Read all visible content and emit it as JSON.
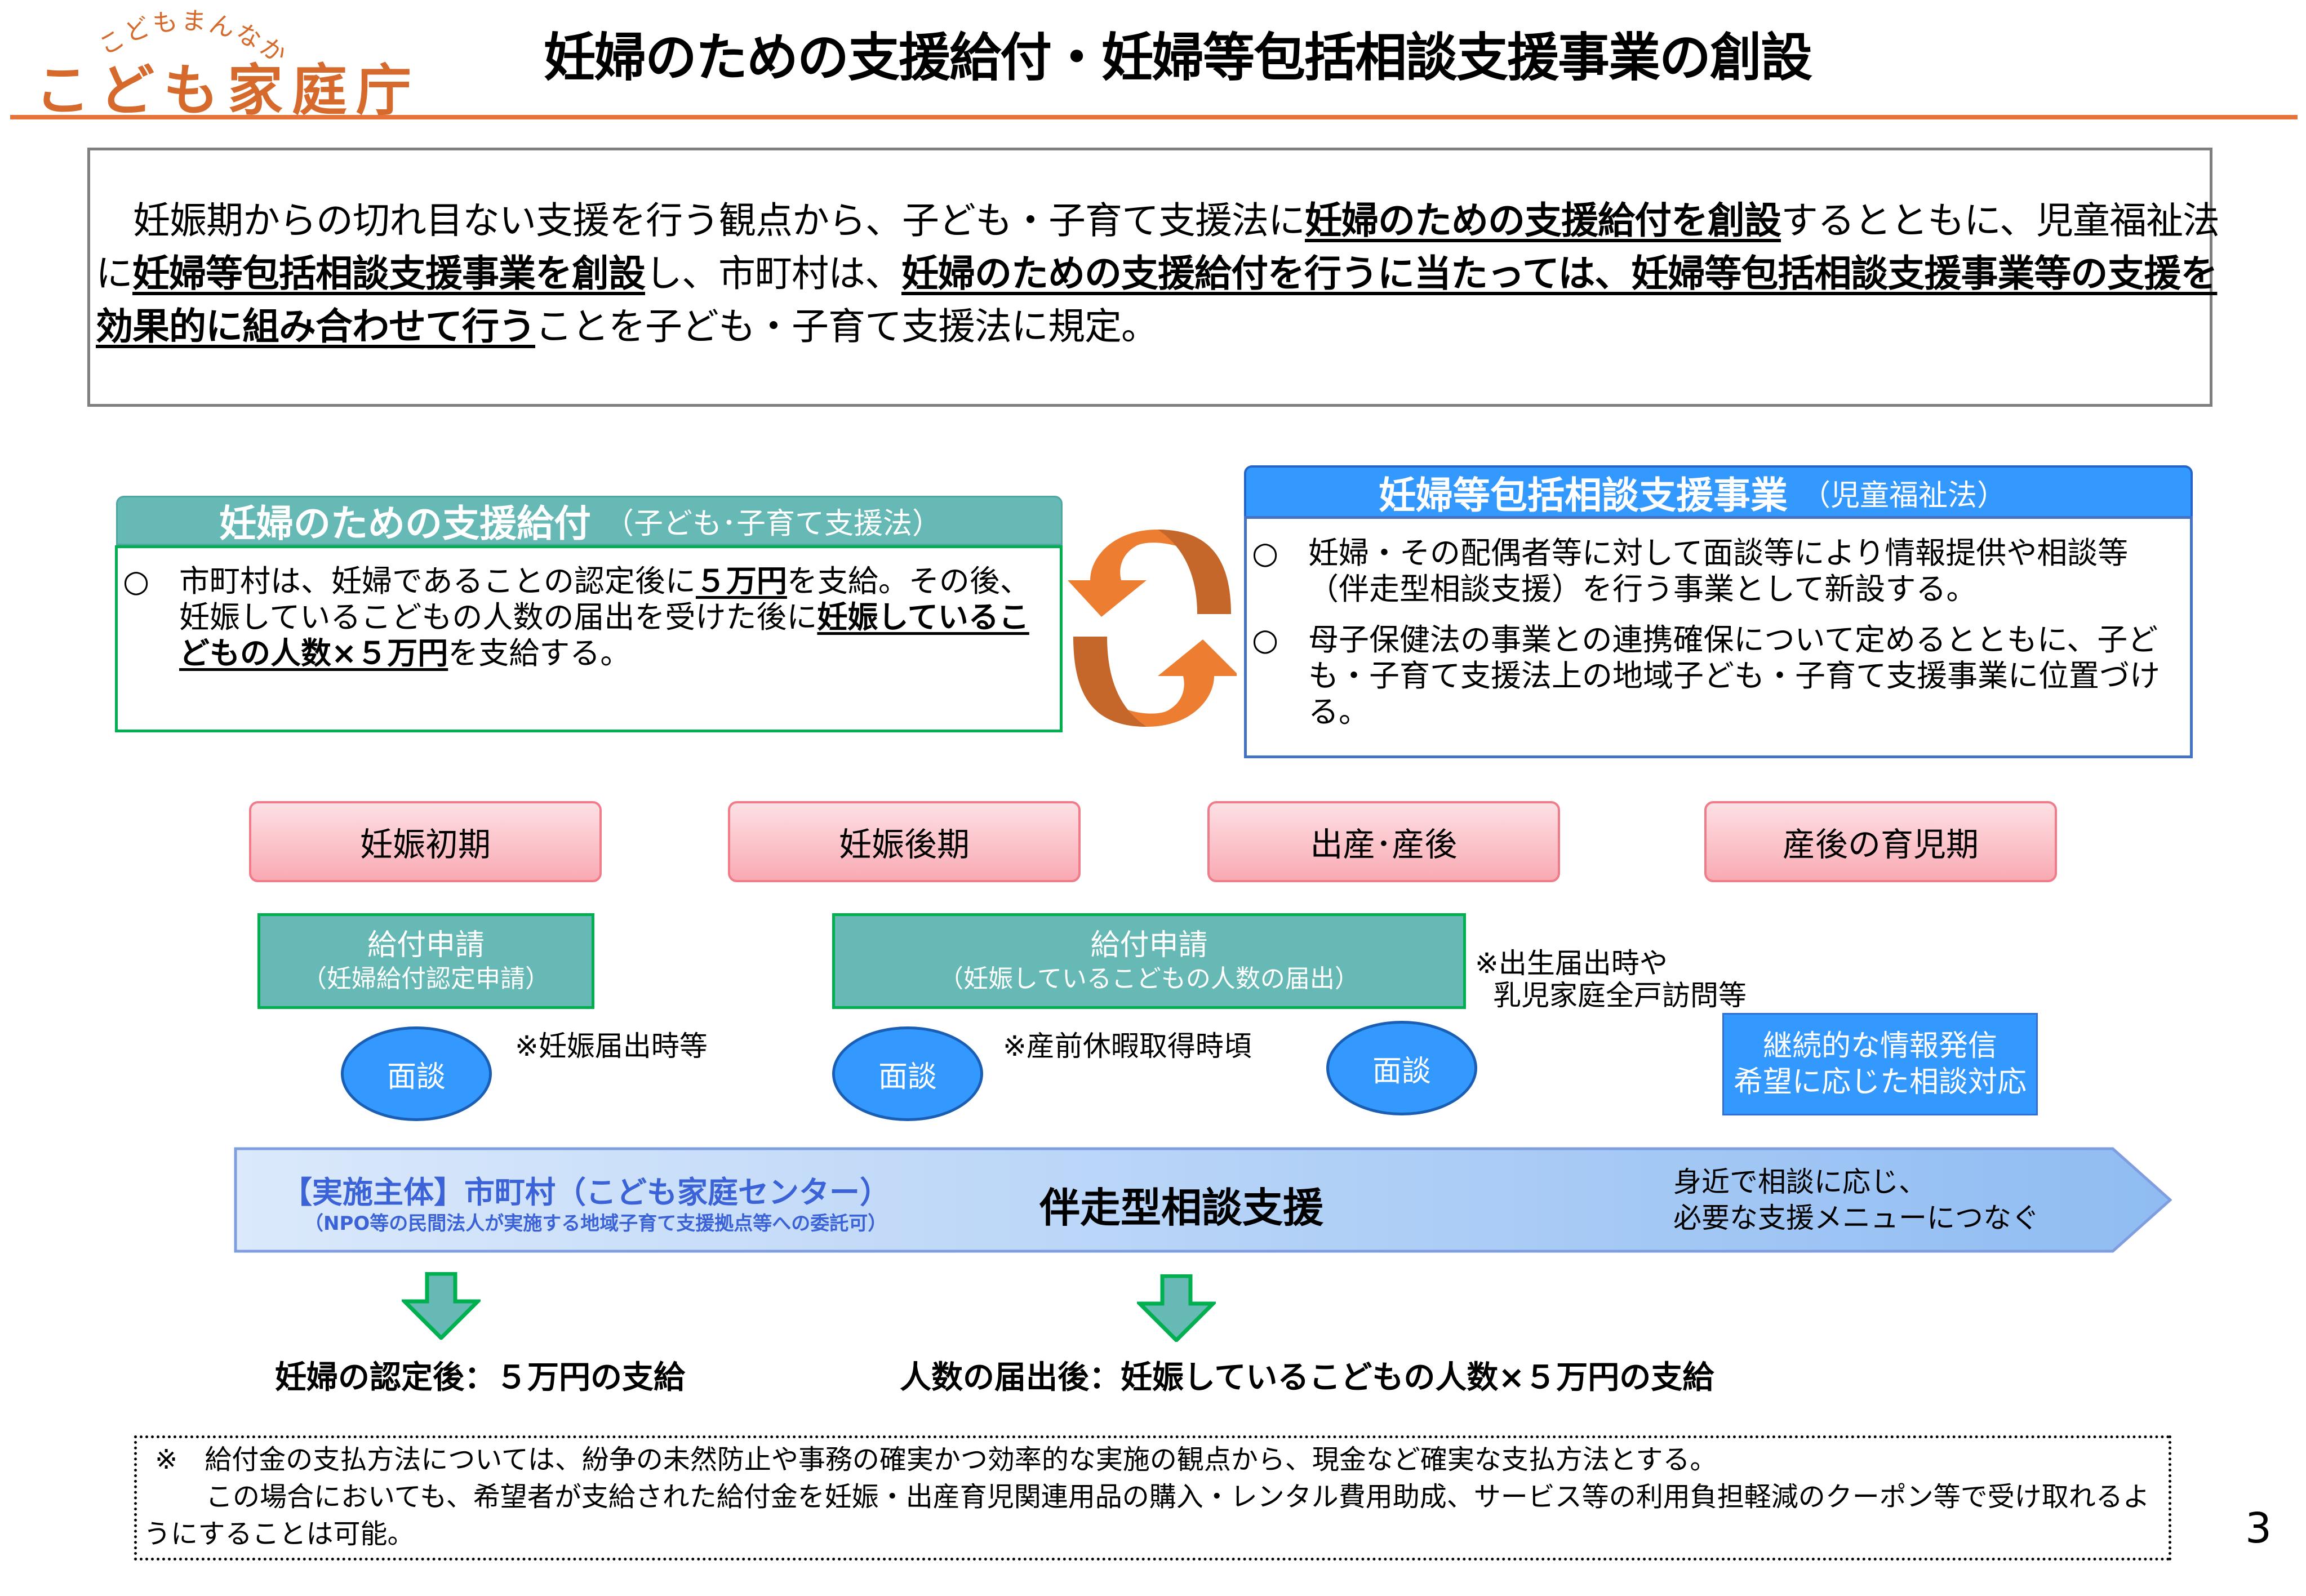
{
  "header": {
    "logo_tagline": "こどもまんなか",
    "logo_name": "こども家庭庁",
    "title": "妊婦のための支援給付・妊婦等包括相談支援事業の創設"
  },
  "summary": {
    "segments": [
      {
        "text": "妊娠期からの切れ目ない支援を行う観点から、子ども・子育て支援法に",
        "bold": false
      },
      {
        "text": "妊婦のための支援給付を創設",
        "bold": true
      },
      {
        "text": "するとともに、児童福祉法に",
        "bold": false
      },
      {
        "text": "妊婦等包括相談支援事業を創設",
        "bold": true
      },
      {
        "text": "し、市町村は、",
        "bold": false
      },
      {
        "text": "妊婦のための支援給付を行うに当たっては、妊婦等包括相談支援事業等の支援を効果的に組み合わせて行う",
        "bold": true
      },
      {
        "text": "ことを子ども・子育て支援法に規定。",
        "bold": false
      }
    ]
  },
  "left_panel": {
    "heading": "妊婦のための支援給付",
    "law": "（子ども･子育て支援法）",
    "bullet": "○",
    "segments": [
      {
        "text": "市町村は、妊婦であることの認定後に",
        "bold": false
      },
      {
        "text": "５万円",
        "bold": true
      },
      {
        "text": "を支給。その後、妊娠しているこどもの人数の届出を受けた後に",
        "bold": false
      },
      {
        "text": "妊娠しているこどもの人数×５万円",
        "bold": true
      },
      {
        "text": "を支給する。",
        "bold": false
      }
    ]
  },
  "cycle_icon": "cycle-arrows-icon",
  "right_panel": {
    "heading": "妊婦等包括相談支援事業",
    "law": "（児童福祉法）",
    "bullets": [
      {
        "marker": "○",
        "text": "妊婦・その配偶者等に対して面談等により情報提供や相談等（伴走型相談支援）を行う事業として新設する。"
      },
      {
        "marker": "○",
        "text": "母子保健法の事業との連携確保について定めるとともに、子ども・子育て支援法上の地域子ども・子育て支援事業に位置づける。"
      }
    ]
  },
  "stages": [
    "妊娠初期",
    "妊娠後期",
    "出産･産後",
    "産後の育児期"
  ],
  "applications": [
    {
      "title": "給付申請",
      "sub": "（妊婦給付認定申請）"
    },
    {
      "title": "給付申請",
      "sub": "（妊娠しているこどもの人数の届出）"
    }
  ],
  "notes": {
    "birth": [
      "※出生届出時や",
      "乳児家庭全戸訪問等"
    ],
    "pregnancy_report": "※妊娠届出時等",
    "maternity_leave": "※産前休暇取得時頃"
  },
  "interviews": [
    "面談",
    "面談",
    "面談"
  ],
  "info_box": [
    "継続的な情報発信",
    "希望に応じた相談対応"
  ],
  "banner": {
    "implementer": "【実施主体】市町村（こども家庭センター）",
    "delegation": "（NPO等の民間法人が実施する地域子育て支援拠点等への委託可）",
    "main": "伴走型相談支援",
    "right": [
      "身近で相談に応じ、",
      "必要な支援メニューにつなぐ"
    ]
  },
  "payments": [
    "妊婦の認定後：５万円の支給",
    "人数の届出後：妊娠しているこどもの人数×５万円の支給"
  ],
  "footnote": {
    "line1": "※　給付金の支払方法については、紛争の未然防止や事務の確実かつ効率的な実施の観点から、現金など確実な支払方法とする。",
    "line2": "この場合においても、希望者が支給された給付金を妊娠・出産育児関連用品の購入・レンタル費用助成、サービス等の利用負担軽減のクーポン等で受け取れるようにすることは可能。"
  },
  "page_number": "3",
  "colors": {
    "brand_orange": "#e6743a",
    "teal": "#66b9b5",
    "green_border": "#00b050",
    "blue": "#3399ff",
    "pink_border": "#f07c8a"
  }
}
